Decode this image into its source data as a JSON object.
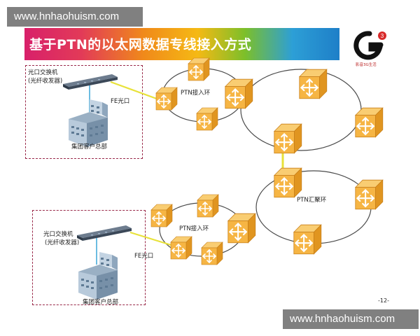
{
  "watermark": {
    "top": "www.hnhaohuism.com",
    "bottom": "www.hnhaohuism.com"
  },
  "title": "基于PTN的以太网数据专线接入方式",
  "logo": {
    "badge": "3",
    "caption": "影音3G生活"
  },
  "labels": {
    "switch_top_line1": "光口交换机",
    "switch_top_line2": "(光纤收发器)",
    "fe_top": "FE光口",
    "hq_top": "集团客户总部",
    "ring_access_top": "PTN接入环",
    "ring_aggregation": "PTN汇聚环",
    "switch_bottom_line1": "光口交换机",
    "switch_bottom_line2": "(光纤收发器)",
    "fe_bottom": "FE光口",
    "ring_access_bottom": "PTN接入环",
    "hq_bottom": "集团客户总部"
  },
  "page_number": "-12-",
  "colors": {
    "node_face": "#f6b544",
    "node_side": "#e09520",
    "ring_line": "#4a4a4a",
    "fiber_link": "#e8e23a",
    "uplink": "#2d9fd6",
    "dash_border": "#9a2a4a"
  },
  "icons": [
    "ptn-node-icon",
    "optical-switch-icon",
    "building-icon",
    "g3-logo-icon"
  ]
}
